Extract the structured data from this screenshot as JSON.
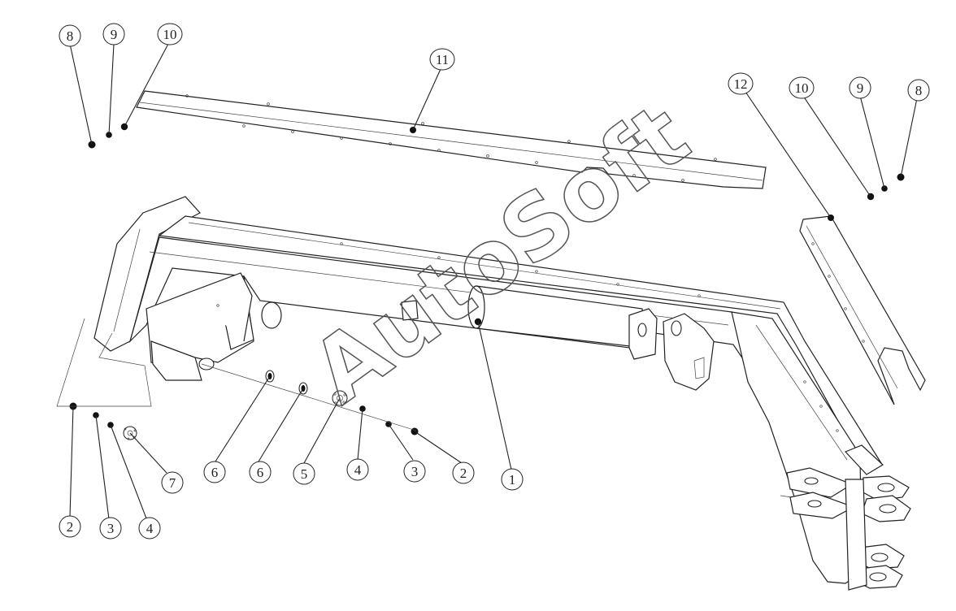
{
  "watermark": "AutoSoft",
  "callouts": [
    {
      "id": "c-8-left",
      "label": "8"
    },
    {
      "id": "c-9-left",
      "label": "9"
    },
    {
      "id": "c-10-left",
      "label": "10"
    },
    {
      "id": "c-11",
      "label": "11"
    },
    {
      "id": "c-12",
      "label": "12"
    },
    {
      "id": "c-10-right",
      "label": "10"
    },
    {
      "id": "c-9-right",
      "label": "9"
    },
    {
      "id": "c-8-right",
      "label": "8"
    },
    {
      "id": "c-2-left",
      "label": "2"
    },
    {
      "id": "c-3-left",
      "label": "3"
    },
    {
      "id": "c-4-left",
      "label": "4"
    },
    {
      "id": "c-7",
      "label": "7"
    },
    {
      "id": "c-6-a",
      "label": "6"
    },
    {
      "id": "c-6-b",
      "label": "6"
    },
    {
      "id": "c-5",
      "label": "5"
    },
    {
      "id": "c-4-right",
      "label": "4"
    },
    {
      "id": "c-3-right",
      "label": "3"
    },
    {
      "id": "c-2-right",
      "label": "2"
    },
    {
      "id": "c-1",
      "label": "1"
    }
  ]
}
